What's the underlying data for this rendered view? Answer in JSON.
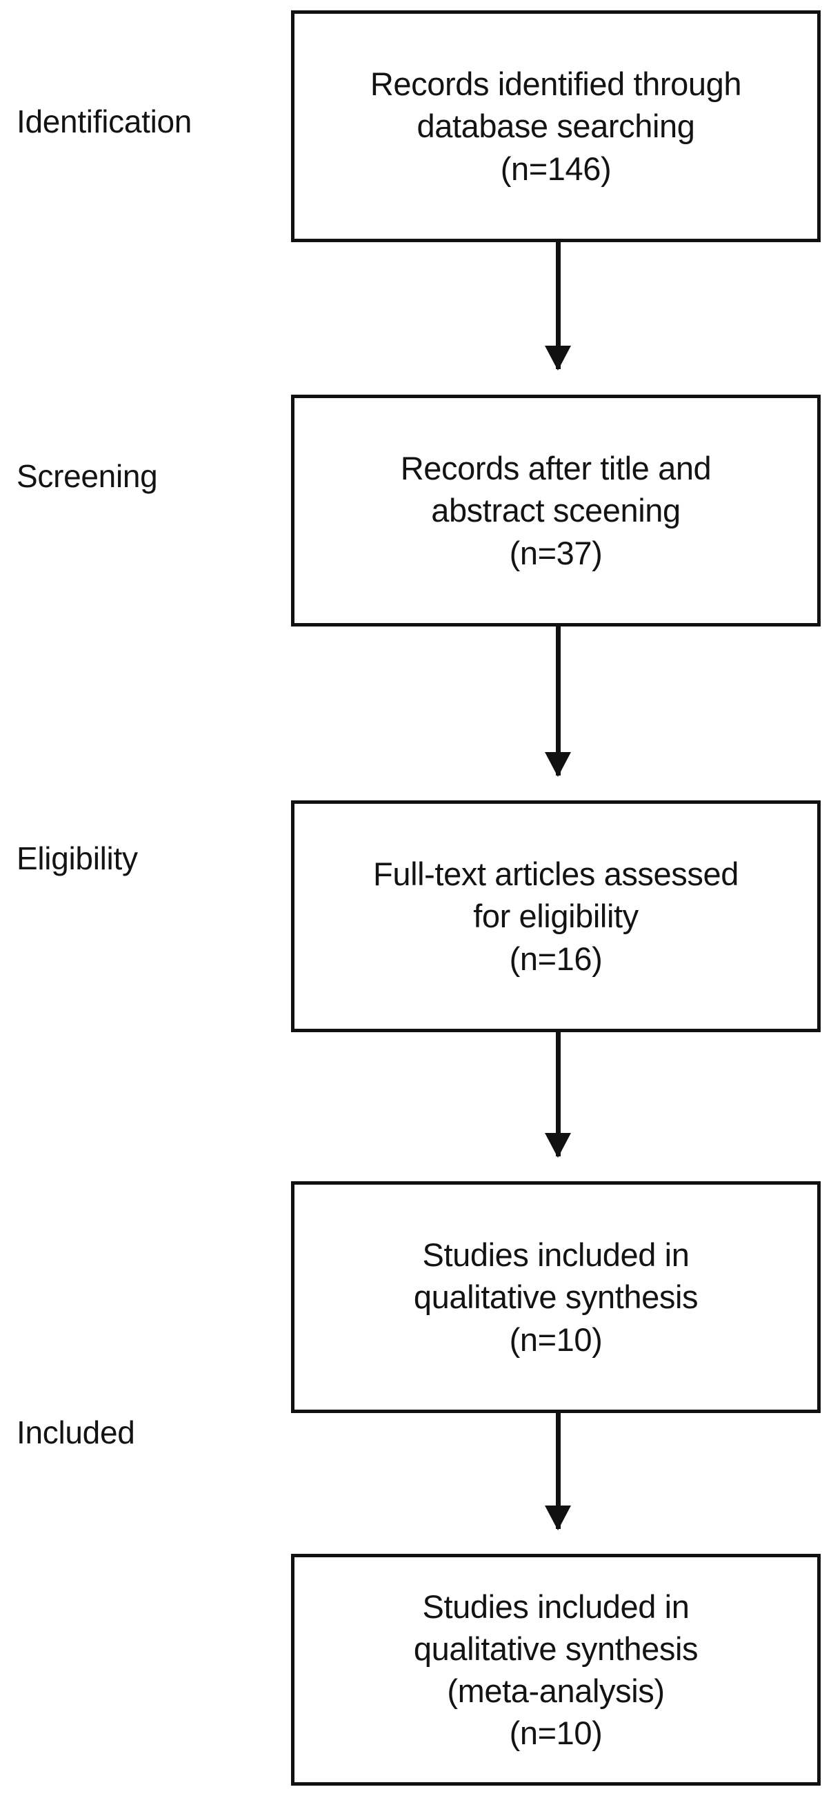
{
  "diagram": {
    "type": "prisma-flow-diagram",
    "orientation": "vertical",
    "colors": {
      "stroke": "#111111",
      "text": "#131313",
      "background": "#ffffff"
    },
    "stages": [
      {
        "id": "identification",
        "label": "Identification"
      },
      {
        "id": "screening",
        "label": "Screening"
      },
      {
        "id": "eligibility",
        "label": "Eligibility"
      },
      {
        "id": "included",
        "label": "Included"
      }
    ],
    "boxes": [
      {
        "id": "records-identified",
        "stage": "identification",
        "text": "Records identified through\ndatabase searching\n(n=146)",
        "line1": "Records identified through",
        "line2": "database searching",
        "count_label": "(n=146)",
        "count": 146
      },
      {
        "id": "records-after-screening",
        "stage": "screening",
        "text": "Records after title and\nabstract sceening\n(n=37)",
        "line1": "Records after title and",
        "line2": "abstract sceening",
        "count_label": "(n=37)",
        "count": 37
      },
      {
        "id": "full-text-assessed",
        "stage": "eligibility",
        "text": "Full-text articles assessed\nfor eligibility\n(n=16)",
        "line1": "Full-text articles assessed",
        "line2": "for eligibility",
        "count_label": "(n=16)",
        "count": 16
      },
      {
        "id": "qualitative-synthesis",
        "stage": "included",
        "text": "Studies included in\nqualitative synthesis\n(n=10)",
        "line1": "Studies included in",
        "line2": "qualitative synthesis",
        "count_label": "(n=10)",
        "count": 10
      },
      {
        "id": "meta-analysis",
        "stage": "included",
        "text": "Studies included in\nqualitative synthesis\n(meta-analysis)\n(n=10)",
        "line1": "Studies included in",
        "line2": "qualitative synthesis",
        "line3": "(meta-analysis)",
        "count_label": "(n=10)",
        "count": 10
      }
    ],
    "connectors": [
      {
        "id": "arrow-1",
        "from": "records-identified",
        "to": "records-after-screening",
        "glyph": "arrow-down-icon"
      },
      {
        "id": "arrow-2",
        "from": "records-after-screening",
        "to": "full-text-assessed",
        "glyph": "arrow-down-icon"
      },
      {
        "id": "arrow-3",
        "from": "full-text-assessed",
        "to": "qualitative-synthesis",
        "glyph": "arrow-down-icon"
      },
      {
        "id": "arrow-4",
        "from": "qualitative-synthesis",
        "to": "meta-analysis",
        "glyph": "arrow-down-icon"
      }
    ]
  }
}
